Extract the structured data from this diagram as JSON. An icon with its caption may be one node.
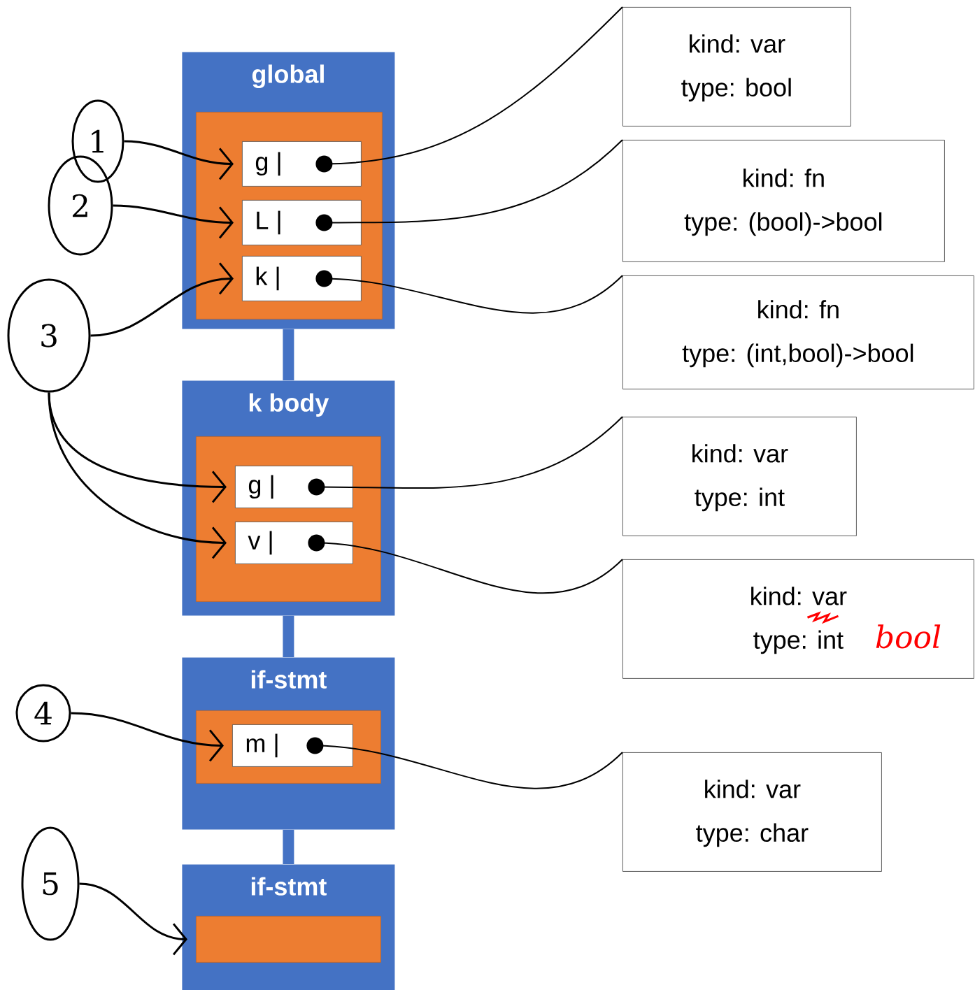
{
  "diagram": {
    "nodes": [
      {
        "text": [
          "global"
        ]
      },
      {
        "text": [],
        "shape": "box",
        "in": 0
      },
      {
        "text": [
          "g |"
        ],
        "in": 1
      },
      {
        "text": [
          "L |"
        ],
        "in": 1
      },
      {
        "text": [
          "k |"
        ],
        "in": 1
      },
      {
        "text": [
          "k body"
        ]
      },
      {
        "text": [],
        "shape": "box",
        "in": 5
      },
      {
        "text": [
          "g |"
        ],
        "in": 6
      },
      {
        "text": [
          "v |"
        ],
        "in": 6
      },
      {
        "text": [
          "if-stmt"
        ]
      },
      {
        "text": [],
        "shape": "box",
        "in": 9
      },
      {
        "text": [
          "m |"
        ],
        "in": 10
      },
      {
        "text": [
          "if-stmt"
        ]
      },
      {
        "text": [],
        "shape": "box",
        "in": 12
      },
      {
        "text": [
          "kind: var",
          "type: bool"
        ]
      },
      {
        "text": [
          "kind: fn",
          "type: (bool)->bool"
        ]
      },
      {
        "text": [
          "kind: fn",
          "type: (int,bool)->bool"
        ]
      },
      {
        "text": [
          "kind: var",
          "type: int"
        ]
      },
      {
        "text": [
          "kind: var",
          "type: int",
          "bool"
        ]
      },
      {
        "text": [
          "kind: var",
          "type: char"
        ]
      },
      {
        "text": [
          "1"
        ]
      },
      {
        "text": [
          "2"
        ]
      },
      {
        "text": [
          "3"
        ]
      },
      {
        "text": [
          "4"
        ]
      },
      {
        "text": [
          "5"
        ]
      }
    ],
    "edges": [
      {
        "from": 0,
        "to": 5,
        "arrow": "none",
        "style": "thick",
        "color": "#4472c4"
      },
      {
        "from": 5,
        "to": 9,
        "arrow": "none",
        "style": "thick",
        "color": "#4472c4"
      },
      {
        "from": 9,
        "to": 12,
        "arrow": "none",
        "style": "thick",
        "color": "#4472c4"
      },
      {
        "from": 2,
        "to": 14,
        "arrow": "none"
      },
      {
        "from": 3,
        "to": 15,
        "arrow": "none"
      },
      {
        "from": 4,
        "to": 16,
        "arrow": "none"
      },
      {
        "from": 7,
        "to": 17,
        "arrow": "none"
      },
      {
        "from": 8,
        "to": 18,
        "arrow": "none"
      },
      {
        "from": 11,
        "to": 19,
        "arrow": "none"
      },
      {
        "from": 20,
        "to": 2,
        "arrow": "to"
      },
      {
        "from": 21,
        "to": 3,
        "arrow": "to"
      },
      {
        "from": 22,
        "to": 4,
        "arrow": "to"
      },
      {
        "from": 22,
        "to": 7,
        "arrow": "to"
      },
      {
        "from": 22,
        "to": 8,
        "arrow": "to"
      },
      {
        "from": 23,
        "to": 11,
        "arrow": "to"
      },
      {
        "from": 24,
        "to": 13,
        "arrow": "to"
      }
    ]
  }
}
